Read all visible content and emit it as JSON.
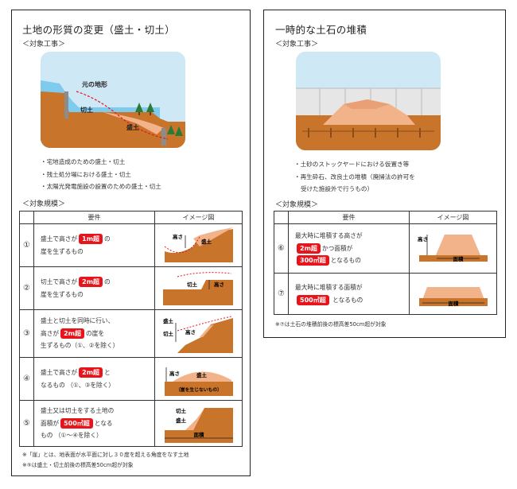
{
  "left": {
    "title": "土地の形質の変更（盛土・切土）",
    "target_works_label": "＜対象工事＞",
    "scene_labels": {
      "original_terrain": "元の地形",
      "cut": "切土",
      "fill": "盛土"
    },
    "bullets": [
      "宅地造成のための盛土・切土",
      "残土処分場における盛土・切土",
      "太陽光発電施設の設置のための盛土・切土"
    ],
    "scale_label": "＜対象規模＞",
    "table": {
      "headers": [
        "",
        "要件",
        "イメージ図"
      ],
      "rows": [
        {
          "num": "①",
          "pre": "盛土で高さが",
          "badge": "1m超",
          "post": "の",
          "line2": "崖を生ずるもの",
          "fig": {
            "height": "高さ",
            "a": "盛土"
          }
        },
        {
          "num": "②",
          "pre": "切土で高さが",
          "badge": "2m超",
          "post": "の",
          "line2": "崖を生ずるもの",
          "fig": {
            "height": "高さ",
            "a": "切土"
          }
        },
        {
          "num": "③",
          "pre": "盛土と切土を同時に行い、",
          "line2pre": "高さが",
          "badge": "2m超",
          "post": "の崖を",
          "line3": "生ずるもの（①、②を除く）",
          "fig": {
            "height": "高さ",
            "a": "盛土",
            "b": "切土"
          }
        },
        {
          "num": "④",
          "pre": "盛土で高さが",
          "badge": "2m超",
          "post": "と",
          "line2": "なるもの （①、③を除く）",
          "fig": {
            "height": "高さ",
            "a": "盛土",
            "b": "（崖を生じないもの）"
          }
        },
        {
          "num": "⑤",
          "pre": "盛土又は切土をする土地の",
          "line2pre": "面積が",
          "badge": "500㎡超",
          "post": "となる",
          "line3": "もの （①～④を除く）",
          "fig": {
            "a": "切土",
            "b": "盛土",
            "c": "面積"
          }
        }
      ]
    },
    "notes": [
      "※「崖」とは、地表面が水平面に対し３０度を超える角度をなす土地",
      "※⑤は盛土・切土前後の標高差50cm超が対象"
    ]
  },
  "right": {
    "title": "一時的な土石の堆積",
    "target_works_label": "＜対象工事＞",
    "bullets": [
      "土砂のストックヤードにおける仮置き等",
      "再生砕石、改良土の堆積（廃掃法の許可を|受けた施設外で行うもの）"
    ],
    "scale_label": "＜対象規模＞",
    "table": {
      "headers": [
        "",
        "要件",
        "イメージ図"
      ],
      "rows": [
        {
          "num": "⑥",
          "pre": "最大時に堆積する高さが",
          "badge": "2m超",
          "post": "かつ面積が",
          "badge2": "300㎡超",
          "post2": "となるもの",
          "fig": {
            "height": "高さ",
            "area": "面積"
          }
        },
        {
          "num": "⑦",
          "pre": "最大時に堆積する面積が",
          "badge": "500㎡超",
          "post": "となるもの",
          "fig": {
            "area": "面積"
          }
        }
      ]
    },
    "notes": [
      "※⑦は土石の堆積前後の標高差50cm超が対象"
    ]
  },
  "colors": {
    "badge_red": "#e8141b",
    "soil": "#c8742a",
    "fill_soil": "#f3b38a",
    "sky": "#cfe8f5",
    "water": "#7ecbee"
  }
}
